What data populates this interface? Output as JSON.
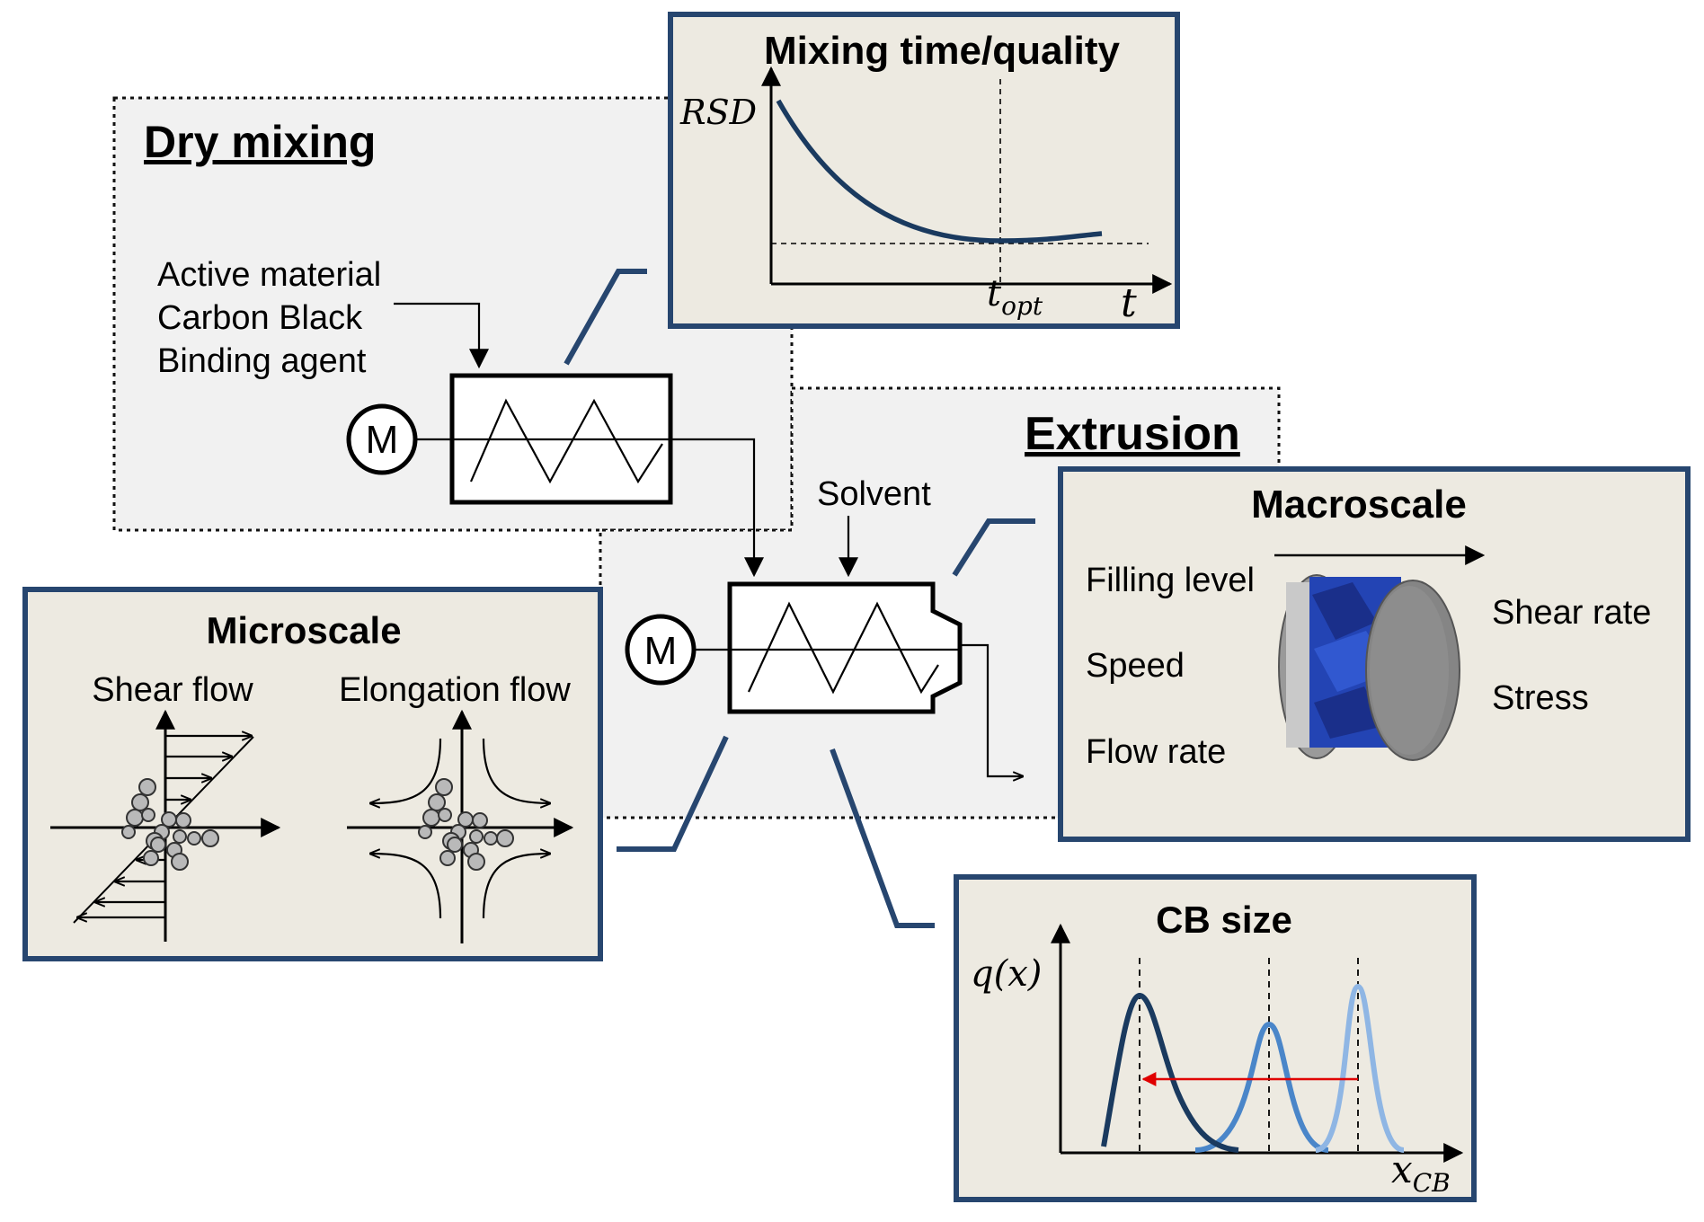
{
  "dry_mixing": {
    "title": "Dry mixing",
    "inputs": [
      "Active material",
      "Carbon Black",
      "Binding agent"
    ],
    "motor_label": "M"
  },
  "extrusion": {
    "title": "Extrusion",
    "solvent_label": "Solvent",
    "motor_label": "M"
  },
  "mixing_panel": {
    "title": "Mixing time/quality",
    "y_label": "RSD",
    "x_label": "t",
    "marker_label_main": "t",
    "marker_label_sub": "opt"
  },
  "macro_panel": {
    "title": "Macroscale",
    "inputs": [
      "Filling level",
      "Speed",
      "Flow rate"
    ],
    "outputs": [
      "Shear rate",
      "Stress"
    ]
  },
  "micro_panel": {
    "title": "Microscale",
    "shear_label": "Shear flow",
    "elongation_label": "Elongation flow"
  },
  "cb_panel": {
    "title": "CB size",
    "y_label": "q(x)",
    "x_label_main": "x",
    "x_label_sub": "CB",
    "distribution_colors": [
      "#1a3a5f",
      "#4a86c9",
      "#8fb6e4"
    ],
    "shift_arrow_color": "#e00000"
  },
  "colors": {
    "panel_border": "#27466f",
    "panel_fill": "#edeae1",
    "curve": "#1a3a5f"
  }
}
